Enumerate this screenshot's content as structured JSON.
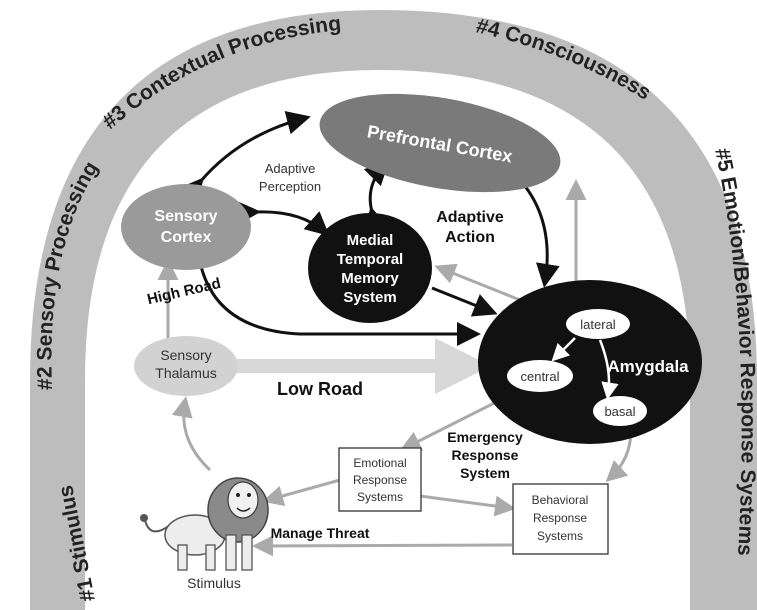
{
  "arcs": {
    "stimulus": "#1 Stimulus",
    "sensory_processing": "#2 Sensory Processing",
    "contextual_processing": "#3 Contextual Processing",
    "consciousness": "#4 Consciousness",
    "emotion_behavior": "#5 Emotion/Behavior Response Systems"
  },
  "nodes": {
    "prefrontal": "Prefrontal Cortex",
    "sensory_cortex": [
      "Sensory",
      "Cortex"
    ],
    "medial_temporal": [
      "Medial",
      "Temporal",
      "Memory",
      "System"
    ],
    "sensory_thalamus": [
      "Sensory",
      "Thalamus"
    ],
    "amygdala": "Amygdala",
    "lateral": "lateral",
    "central": "central",
    "basal": "basal",
    "emotional_response": [
      "Emotional",
      "Response",
      "Systems"
    ],
    "behavioral_response": [
      "Behavioral",
      "Response",
      "Systems"
    ],
    "stimulus": "Stimulus"
  },
  "labels": {
    "adaptive_perception": [
      "Adaptive",
      "Perception"
    ],
    "adaptive_action": [
      "Adaptive",
      "Action"
    ],
    "high_road": "High Road",
    "low_road": "Low Road",
    "emergency": [
      "Emergency",
      "Response",
      "System"
    ],
    "manage_threat": "Manage Threat"
  }
}
